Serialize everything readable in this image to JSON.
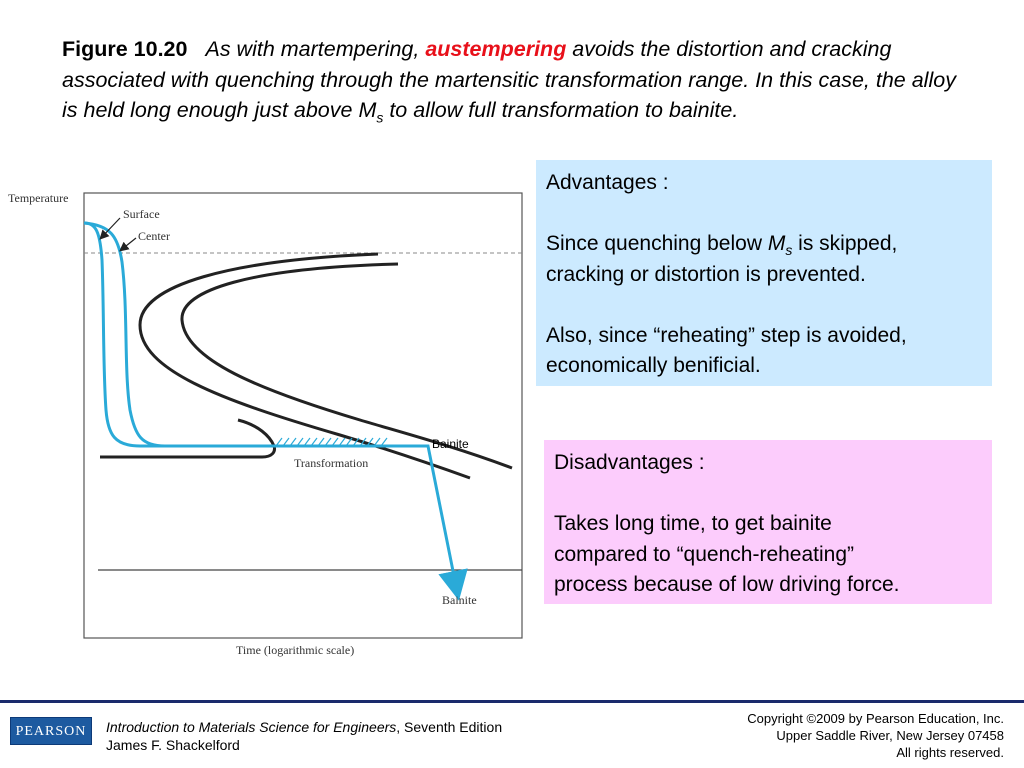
{
  "caption": {
    "figure_label": "Figure 10.20",
    "text_1": "As with martempering, ",
    "highlight": "austempering",
    "text_2": " avoids the distortion and cracking associated with quenching through the martensitic transformation range. In this case, the alloy is held long enough just above M",
    "sub": "s",
    "text_3": " to allow full transformation to bainite."
  },
  "diagram": {
    "y_axis_label": "Temperature",
    "x_axis_label": "Time (logarithmic scale)",
    "surface_label": "Surface",
    "center_label": "Center",
    "transformation_label": "Transformation",
    "bainite_label_top": "Bainite",
    "bainite_label_bottom": "Bainite",
    "colors": {
      "cooling_curve": "#2aaad8",
      "ttt_curve": "#222222"
    }
  },
  "advantages": {
    "heading": "Advantages :",
    "p1_a": "Since quenching below ",
    "p1_m": "M",
    "p1_sub": "s",
    "p1_b": " is skipped,",
    "p1_c": "cracking or distortion is prevented.",
    "p2_a": "Also, since “reheating” step is avoided,",
    "p2_b": "economically benificial.",
    "bg_color": "#cceaff"
  },
  "disadvantages": {
    "heading": "Disadvantages :",
    "line1": "Takes long time, to get bainite",
    "line2": "compared to “quench-reheating”",
    "line3": "process because of low driving force.",
    "bg_color": "#fcccfc"
  },
  "footer": {
    "logo": "PEARSON",
    "book_title": "Introduction to Materials Science for Engineers",
    "edition": ", Seventh Edition",
    "author": "James F. Shackelford",
    "copyright_1": "Copyright ©2009 by Pearson Education, Inc.",
    "copyright_2": "Upper Saddle River, New Jersey 07458",
    "copyright_3": "All rights reserved."
  }
}
